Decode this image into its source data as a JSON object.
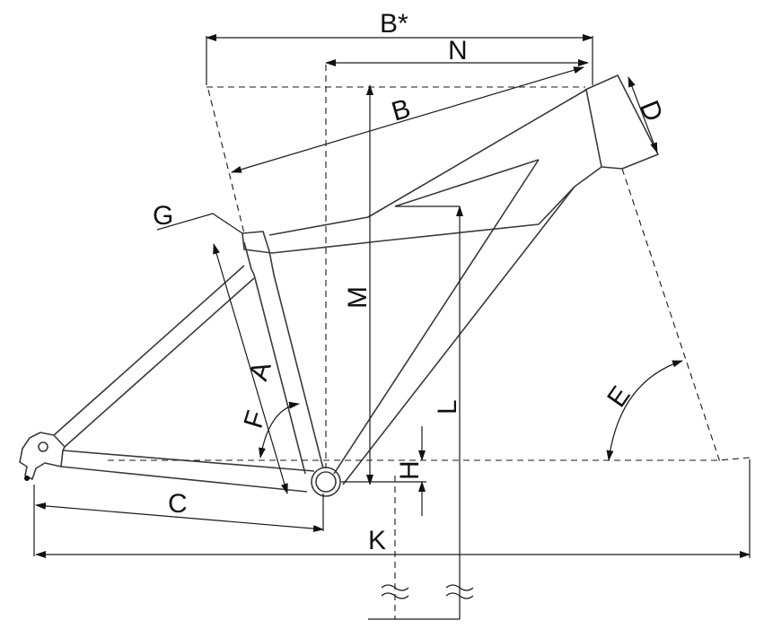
{
  "diagram": {
    "labels": {
      "b_star": "B*",
      "n": "N",
      "b": "B",
      "d": "D",
      "g": "G",
      "m": "M",
      "a": "A",
      "f": "F",
      "e": "E",
      "l": "L",
      "h": "H",
      "c": "C",
      "k": "K"
    },
    "colors": {
      "frame": "#3a3a3a",
      "dimension": "#1a1a1a",
      "background": "#ffffff"
    }
  }
}
